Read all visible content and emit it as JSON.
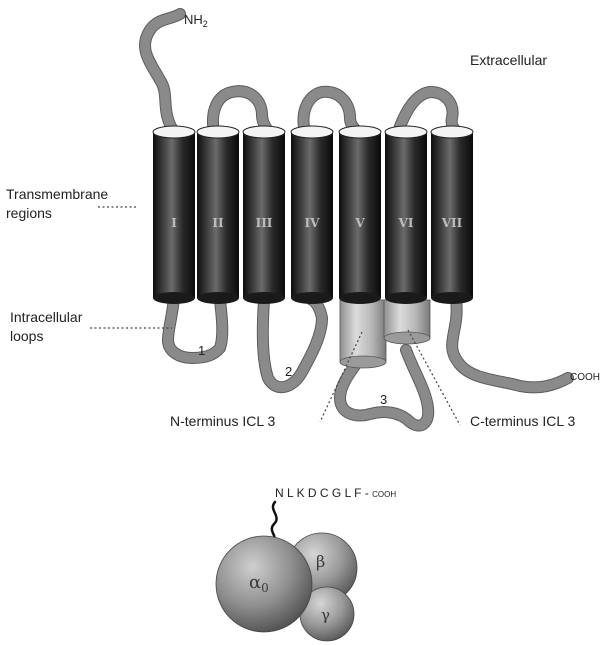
{
  "labels": {
    "nh2": "NH",
    "nh2_sub": "2",
    "extracellular": "Extracellular",
    "transmembrane_line1": "Transmembrane",
    "transmembrane_line2": "regions",
    "intracellular_line1": "Intracellular",
    "intracellular_line2": "loops",
    "cooh": "COOH",
    "n_terminus_icl3": "N-terminus ICL 3",
    "c_terminus_icl3": "C-terminus ICL 3",
    "peptide": "N L K D C G L  F - ",
    "peptide_cooh": "COOH"
  },
  "helices": [
    "I",
    "II",
    "III",
    "IV",
    "V",
    "VI",
    "VII"
  ],
  "loop_numbers": [
    "1",
    "2",
    "3"
  ],
  "g_protein": {
    "alpha": "α",
    "alpha_sub": "0",
    "beta": "β",
    "gamma": "γ"
  }
}
